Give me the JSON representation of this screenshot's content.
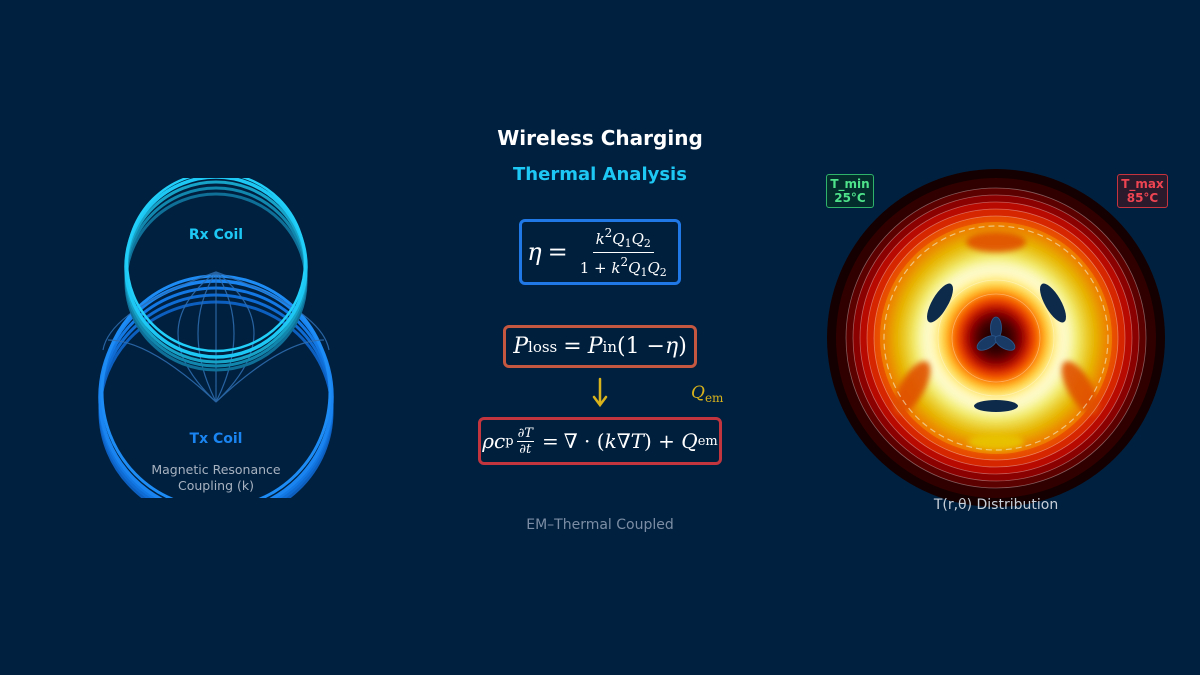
{
  "header": {
    "title": "Wireless Charging",
    "subtitle": "Thermal Analysis"
  },
  "coils": {
    "rx_label": "Rx Coil",
    "tx_label": "Tx Coil",
    "coupling_line1": "Magnetic Resonance",
    "coupling_line2": "Coupling (k)"
  },
  "equations": {
    "efficiency": {
      "lhs": "η",
      "equals": "=",
      "numerator": {
        "k": "k",
        "k_exp": "2",
        "q1": "Q",
        "q1_sub": "1",
        "q2": "Q",
        "q2_sub": "2"
      },
      "denominator": {
        "one": "1 +",
        "k": "k",
        "k_exp": "2",
        "q1": "Q",
        "q1_sub": "1",
        "q2": "Q",
        "q2_sub": "2"
      }
    },
    "loss": {
      "p": "P",
      "p_sub": "loss",
      "equals": "=",
      "pin": "P",
      "pin_sub": "in",
      "factor": "(1 − ",
      "eta": "η",
      "close": ")"
    },
    "heat": {
      "rho": "ρ",
      "c": "c",
      "c_sub": "p",
      "frac_num": "∂T",
      "frac_den": "∂t",
      "equals": "=",
      "div": "∇ · (",
      "k": "k",
      "grad": "∇",
      "t": "T",
      "close": ") + ",
      "q": "Q",
      "q_sub": "em"
    }
  },
  "arrow_label": {
    "q": "Q",
    "q_sub": "em"
  },
  "footer": "EM–Thermal Coupled",
  "thermal": {
    "tmin_label": "T_min",
    "tmin_value": "25°C",
    "tmax_label": "T_max",
    "tmax_value": "85°C",
    "distribution_label": "T(r,θ) Distribution"
  },
  "colors": {
    "background": "#00203f",
    "rx_coil": "#1ec8f5",
    "tx_coil": "#1a85f0",
    "efficiency_border": "#1f78e6",
    "loss_border": "#c4573f",
    "heat_border": "#c2353f",
    "arrow": "#d9b31c",
    "tmin": "#4ee28a",
    "tmax": "#ee4452"
  }
}
